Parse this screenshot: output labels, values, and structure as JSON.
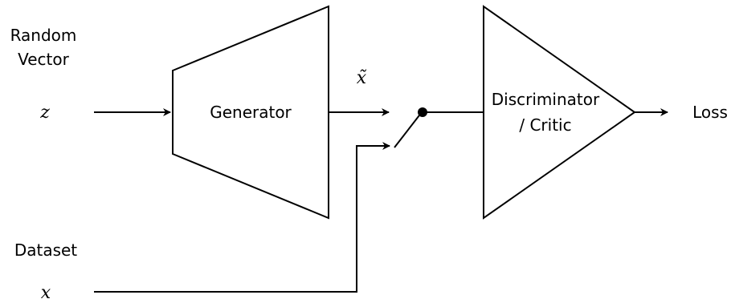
{
  "labels": {
    "random_vector_line1": "Random",
    "random_vector_line2": "Vector",
    "z": "z",
    "generator": "Generator",
    "x_tilde": "x̃",
    "discriminator_line1": "Discriminator",
    "discriminator_line2": "/ Critic",
    "loss": "Loss",
    "dataset": "Dataset",
    "x": "x"
  },
  "colors": {
    "ink": "#000000",
    "background": "#ffffff"
  }
}
